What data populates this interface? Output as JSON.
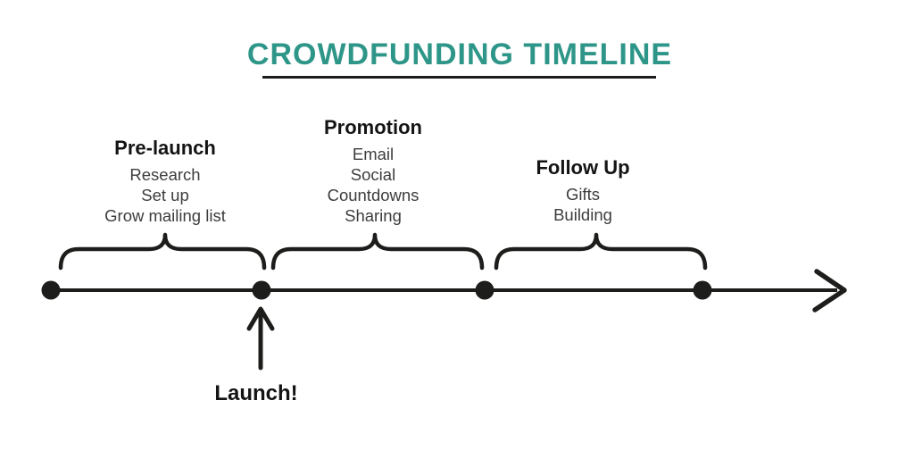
{
  "title": "CROWDFUNDING TIMELINE",
  "phases": [
    {
      "name": "Pre-launch",
      "items": [
        "Research",
        "Set up",
        "Grow mailing list"
      ]
    },
    {
      "name": "Promotion",
      "items": [
        "Email",
        "Social",
        "Countdowns",
        "Sharing"
      ]
    },
    {
      "name": "Follow Up",
      "items": [
        "Gifts",
        "Building"
      ]
    }
  ],
  "launch": {
    "label": "Launch!"
  },
  "timeline": {
    "milestone_count": 4,
    "direction": "left-to-right"
  },
  "colors": {
    "title_teal": "#2E9688",
    "ink": "#1d1d1b",
    "muted_text": "#3d3d3d",
    "background": "#ffffff"
  }
}
